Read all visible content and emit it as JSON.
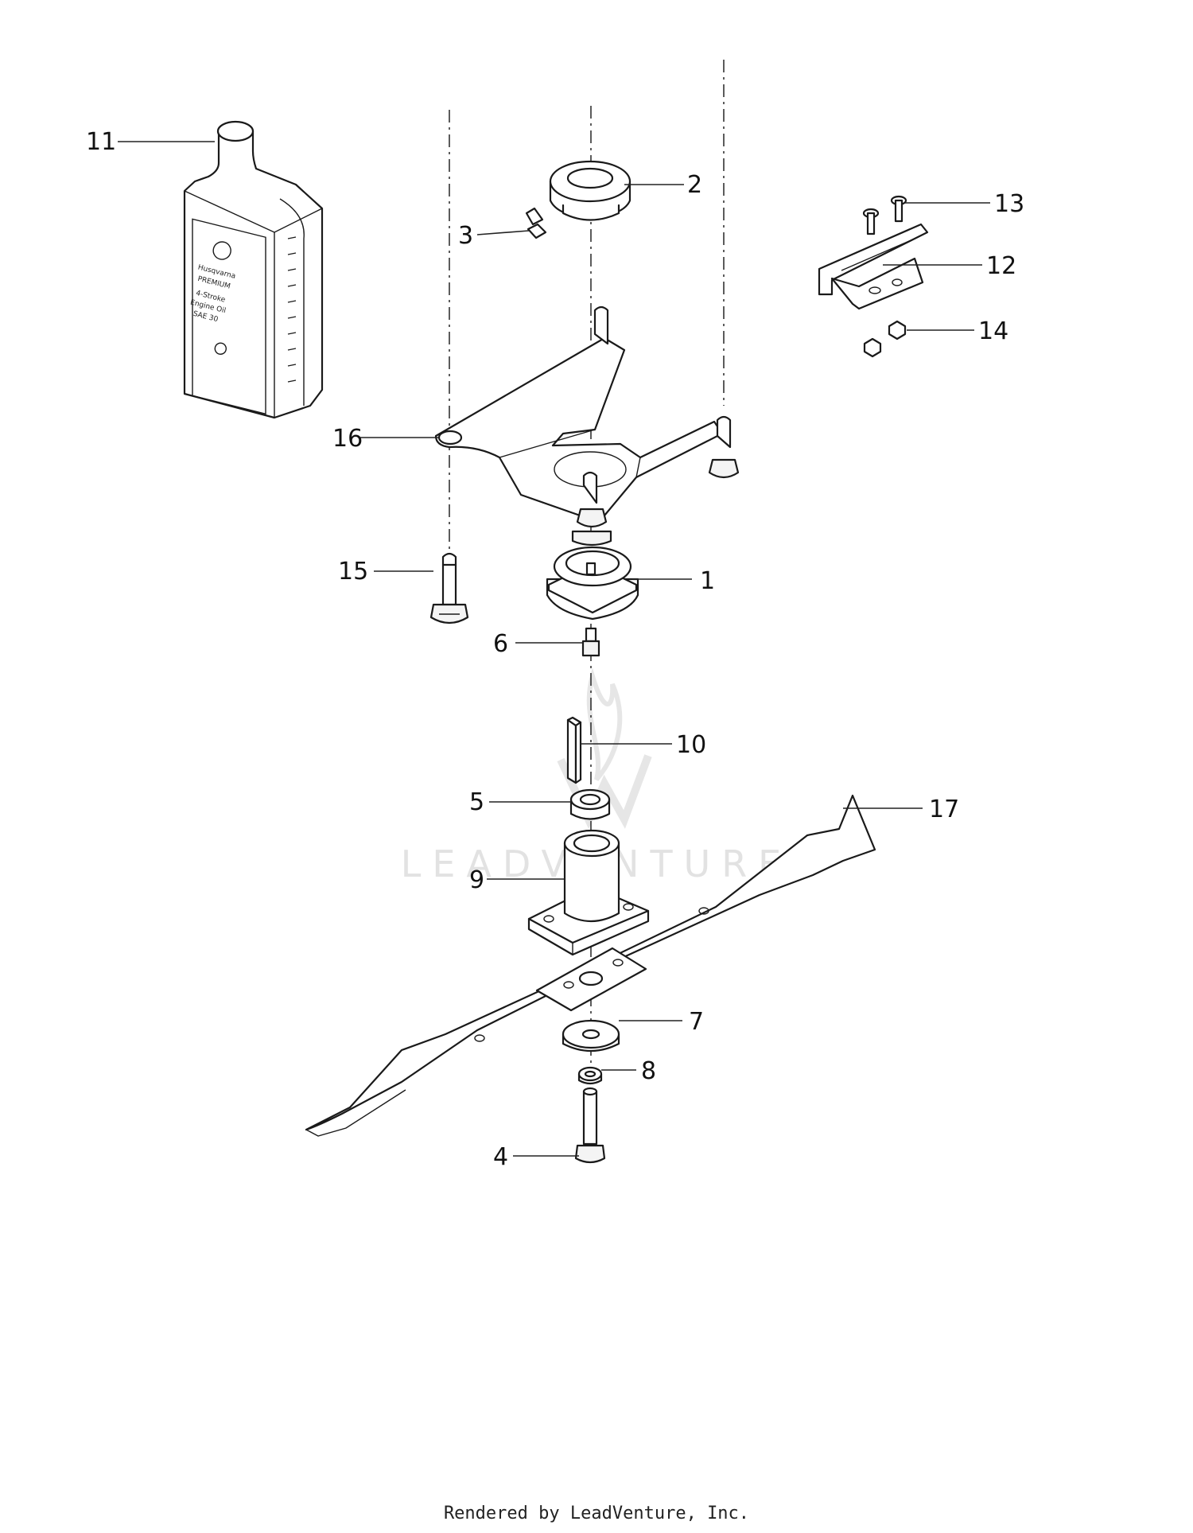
{
  "watermark": "LEADVENTURE",
  "footer": "Rendered by LeadVenture, Inc.",
  "callouts": [
    "1",
    "2",
    "3",
    "4",
    "5",
    "6",
    "7",
    "8",
    "9",
    "10",
    "11",
    "12",
    "13",
    "14",
    "15",
    "16",
    "17"
  ],
  "oil_bottle_label": {
    "brand": "Husqvarna",
    "line": "PREMIUM",
    "product_1": "4-Stroke",
    "product_2": "Engine Oil",
    "grade": "SAE 30"
  },
  "colors": {
    "ink": "#1a1a1a",
    "watermark": "#e2e2e2"
  }
}
